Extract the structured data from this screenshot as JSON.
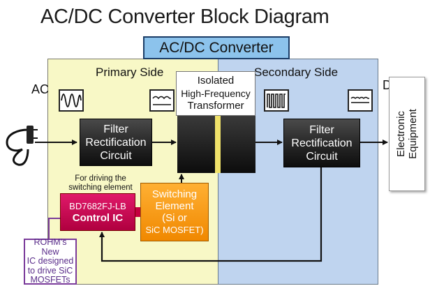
{
  "title": "AC/DC Converter Block Diagram",
  "converter_label": "AC/DC Converter",
  "primary_label": "Primary Side",
  "secondary_label": "Secondary Side",
  "ac_label": "AC",
  "dc_label": "DC",
  "filter_left": {
    "line1": "Filter",
    "line2": "Rectification",
    "line3": "Circuit"
  },
  "filter_right": {
    "line1": "Filter",
    "line2": "Rectification",
    "line3": "Circuit"
  },
  "transformer": {
    "line1": "Isolated",
    "line2": "High-Frequency",
    "line3": "Transformer"
  },
  "drive_note": {
    "line1": "For driving the",
    "line2": "switching element"
  },
  "control_ic": {
    "part": "BD7682FJ-LB",
    "name": "Control IC"
  },
  "switching": {
    "line1": "Switching",
    "line2": "Element",
    "line3": "(Si or",
    "line4": "SiC MOSFET)"
  },
  "rohm_note": {
    "line1": "ROHM’s New",
    "line2": "IC designed",
    "line3": "to drive SiC",
    "line4": "MOSFETs"
  },
  "equipment": {
    "line1": "Electronic",
    "line2": "Equipment"
  },
  "icons": [
    "ac-plug-icon",
    "ac-sine-wave-icon",
    "ripple-wave-icon",
    "square-wave-icon",
    "dc-ripple-icon"
  ],
  "colors": {
    "primary_bg": "#f8f8c6",
    "secondary_bg": "#bfd4ef",
    "converter_header": "#8cc3ec",
    "control_ic": "#d4145a",
    "switching": "#f7941d",
    "rohm_border": "#7a3a9a"
  }
}
